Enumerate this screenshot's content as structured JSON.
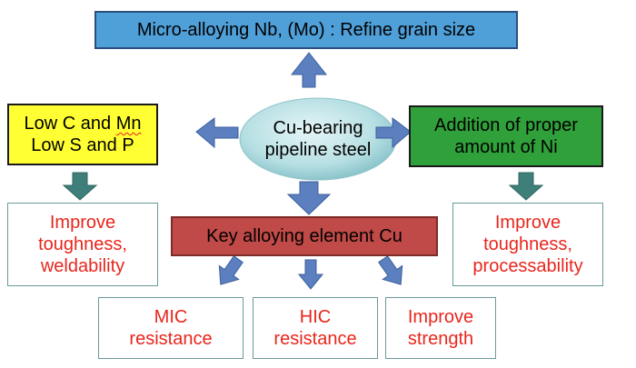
{
  "diagram": {
    "center": {
      "line1": "Cu-bearing",
      "line2": "pipeline steel"
    },
    "top": {
      "text": "Micro-alloying Nb, (Mo) : Refine grain size"
    },
    "left": {
      "line1_prefix": "Low C and ",
      "line1_mn": "Mn",
      "line2": "Low S and P"
    },
    "right": {
      "line1": "Addition of proper",
      "line2": "amount of Ni"
    },
    "key": {
      "text": "Key alloying element Cu"
    },
    "outcomes": {
      "left": {
        "line1": "Improve",
        "line2": "toughness,",
        "line3": "weldability"
      },
      "right": {
        "line1": "Improve",
        "line2": "toughness,",
        "line3": "processability"
      },
      "mic": {
        "line1": "MIC",
        "line2": "resistance"
      },
      "hic": {
        "line1": "HIC",
        "line2": "resistance"
      },
      "strength": {
        "line1": "Improve",
        "line2": "strength"
      }
    },
    "colors": {
      "arrow_blue": "#5b7fbf",
      "arrow_teal": "#3f7f7a",
      "top_box": "#4f9fd8",
      "left_box": "#ffff33",
      "right_box": "#30a03a",
      "key_box": "#bf4a47",
      "outcome_text": "#e8261c",
      "ellipse_light": "#e6f6f7",
      "ellipse_dark": "#7fbec5"
    }
  }
}
